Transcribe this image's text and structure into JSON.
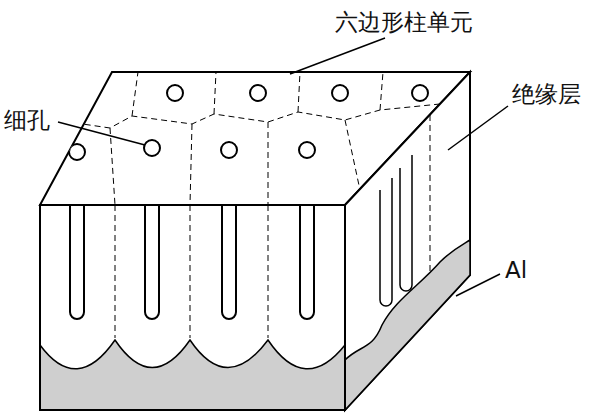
{
  "diagram": {
    "labels": [
      "六边形柱单元",
      "细孔",
      "绝缘层",
      "Al"
    ]
  }
}
